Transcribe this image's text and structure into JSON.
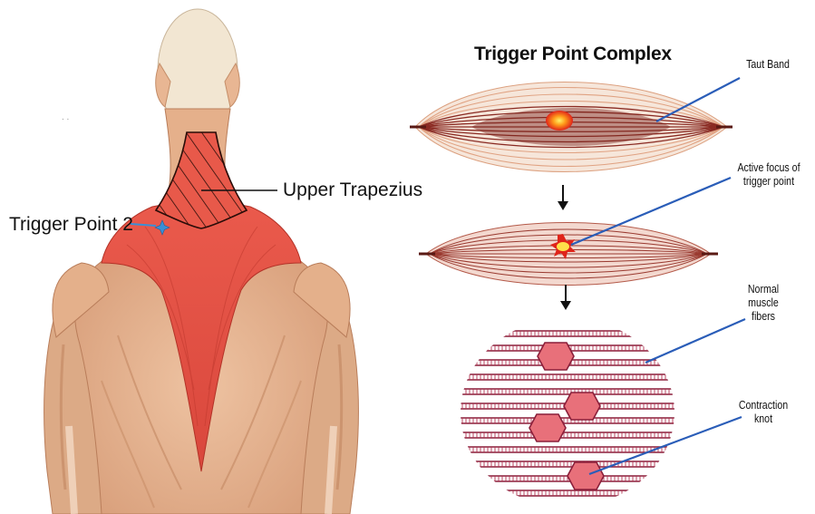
{
  "anatomy": {
    "upper_trapezius_label": "Upper Trapezius",
    "trigger_point_label": "Trigger Point 2"
  },
  "complex": {
    "title": "Trigger Point Complex",
    "taut_band_label": "Taut Band",
    "active_focus_line1": "Active focus of",
    "active_focus_line2": "trigger point",
    "normal_fibers_line1": "Normal",
    "normal_fibers_line2": "muscle",
    "normal_fibers_line3": "fibers",
    "contraction_knot_line1": "Contraction",
    "contraction_knot_line2": "knot"
  },
  "colors": {
    "skin": "#e6b593",
    "muscle_red": "#e0473d",
    "fiber_dark": "#8a2a22",
    "fiber_light": "#d9896f",
    "pointer_blue": "#2a5db8",
    "trigger_star": "#3a8fd6",
    "knot_fill": "#e8707a"
  }
}
